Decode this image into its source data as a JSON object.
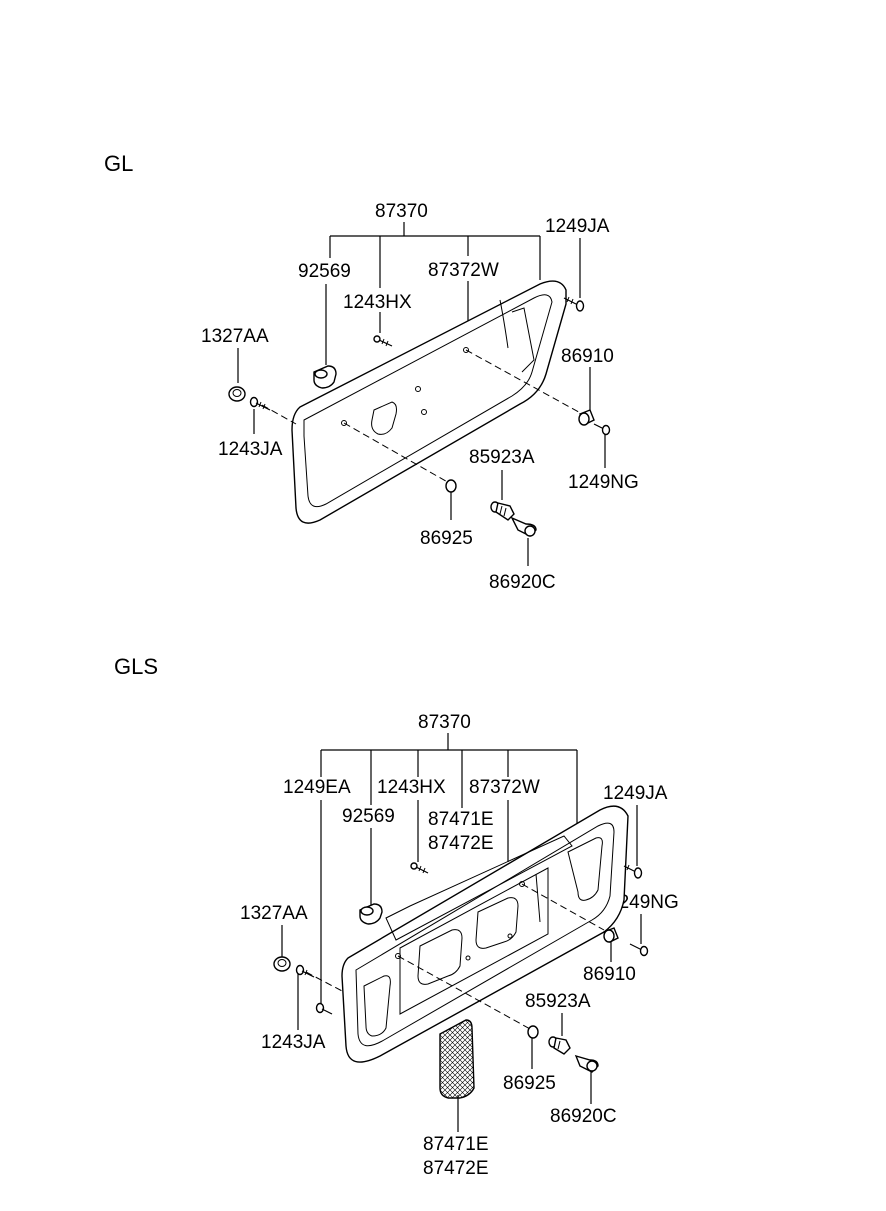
{
  "sections": {
    "gl": {
      "title": "GL",
      "labels": {
        "p87370": "87370",
        "p1249JA": "1249JA",
        "p92569": "92569",
        "p87372W": "87372W",
        "p1243HX": "1243HX",
        "p1327AA": "1327AA",
        "p86910": "86910",
        "p1243JA": "1243JA",
        "p85923A": "85923A",
        "p1249NG": "1249NG",
        "p86925": "86925",
        "p86920C": "86920C"
      }
    },
    "gls": {
      "title": "GLS",
      "labels": {
        "p87370": "87370",
        "p1249EA": "1249EA",
        "p1243HX": "1243HX",
        "p87372W": "87372W",
        "p1249JA": "1249JA",
        "p92569": "92569",
        "p87471E": "87471E",
        "p87472E": "87472E",
        "p1249NG": "1249NG",
        "p1327AA": "1327AA",
        "p86910": "86910",
        "p85923A": "85923A",
        "p1243JA": "1243JA",
        "p86925": "86925",
        "p86920C": "86920C",
        "p87471E_b": "87471E",
        "p87472E_b": "87472E"
      }
    }
  }
}
